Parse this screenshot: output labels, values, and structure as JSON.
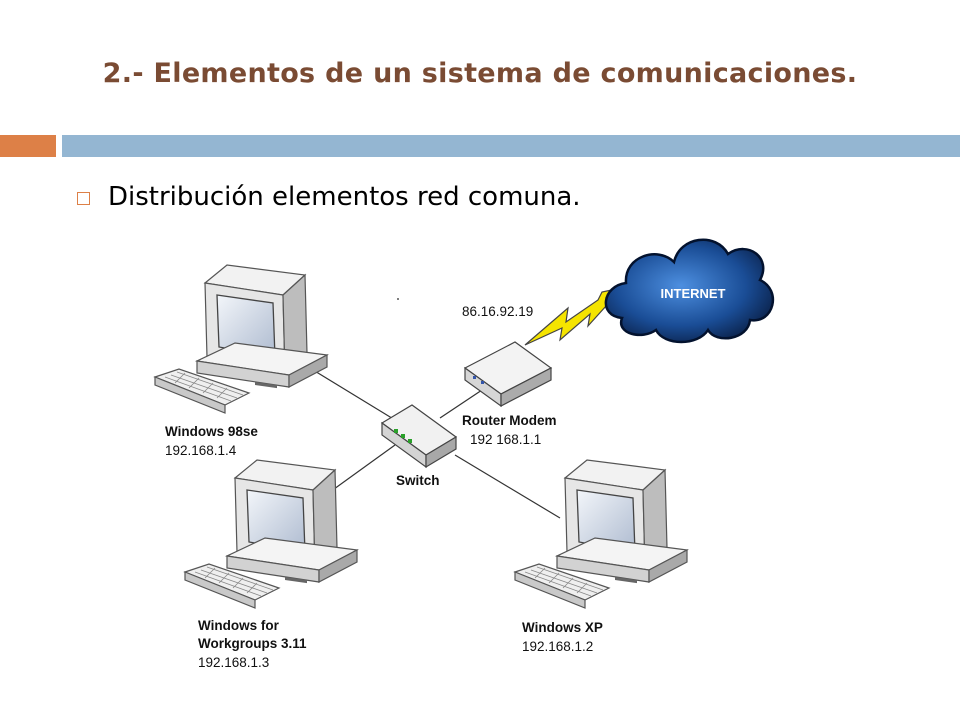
{
  "slide": {
    "title": "2.- Elementos de un sistema de comunicaciones.",
    "bullet": "Distribución elementos red comuna."
  },
  "colors": {
    "title": "#7a4b33",
    "accent": "#dd8047",
    "band": "#94b6d2"
  },
  "diagram": {
    "nodes": {
      "internet": {
        "label": "INTERNET"
      },
      "router": {
        "ip_top": "86.16.92.19",
        "name": "Router Modem",
        "ip": "192 168.1.1"
      },
      "switch": {
        "name": "Switch"
      },
      "pc98": {
        "name": "Windows 98se",
        "ip": "192.168.1.4"
      },
      "pcwfw": {
        "name_line1": "Windows for",
        "name_line2": "Workgroups 3.11",
        "ip": "192.168.1.3"
      },
      "pcxp": {
        "name": "Windows XP",
        "ip": "192.168.1.2"
      }
    }
  }
}
